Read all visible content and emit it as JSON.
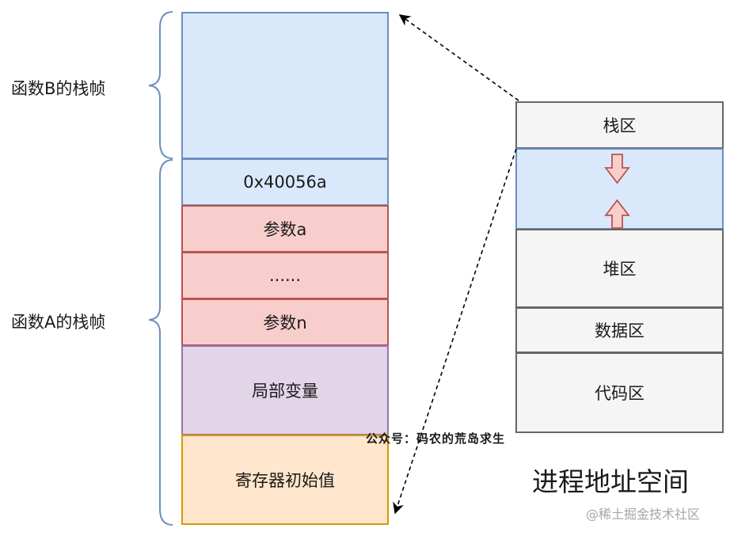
{
  "stack": {
    "frame_b_label": "函数B的栈帧",
    "frame_a_label": "函数A的栈帧",
    "return_address": "0x40056a",
    "param_a": "参数a",
    "ellipsis": "......",
    "param_n": "参数n",
    "locals": "局部变量",
    "saved_registers": "寄存器初始值"
  },
  "address_space": {
    "title": "进程地址空间",
    "stack_area": "栈区",
    "heap_area": "堆区",
    "data_area": "数据区",
    "code_area": "代码区"
  },
  "watermarks": {
    "wechat": "公众号：码农的荒岛求生",
    "juejin": "@稀土掘金技术社区"
  },
  "colors": {
    "blue_fill": "#dae8fc",
    "blue_stroke": "#6c8ebf",
    "red_fill": "#f8cecc",
    "red_stroke": "#b85450",
    "purple_fill": "#e1d5e7",
    "purple_stroke": "#9673a6",
    "orange_fill": "#ffe6cc",
    "orange_stroke": "#d79b00",
    "gray_fill": "#f5f5f5",
    "gray_stroke": "#666666"
  }
}
